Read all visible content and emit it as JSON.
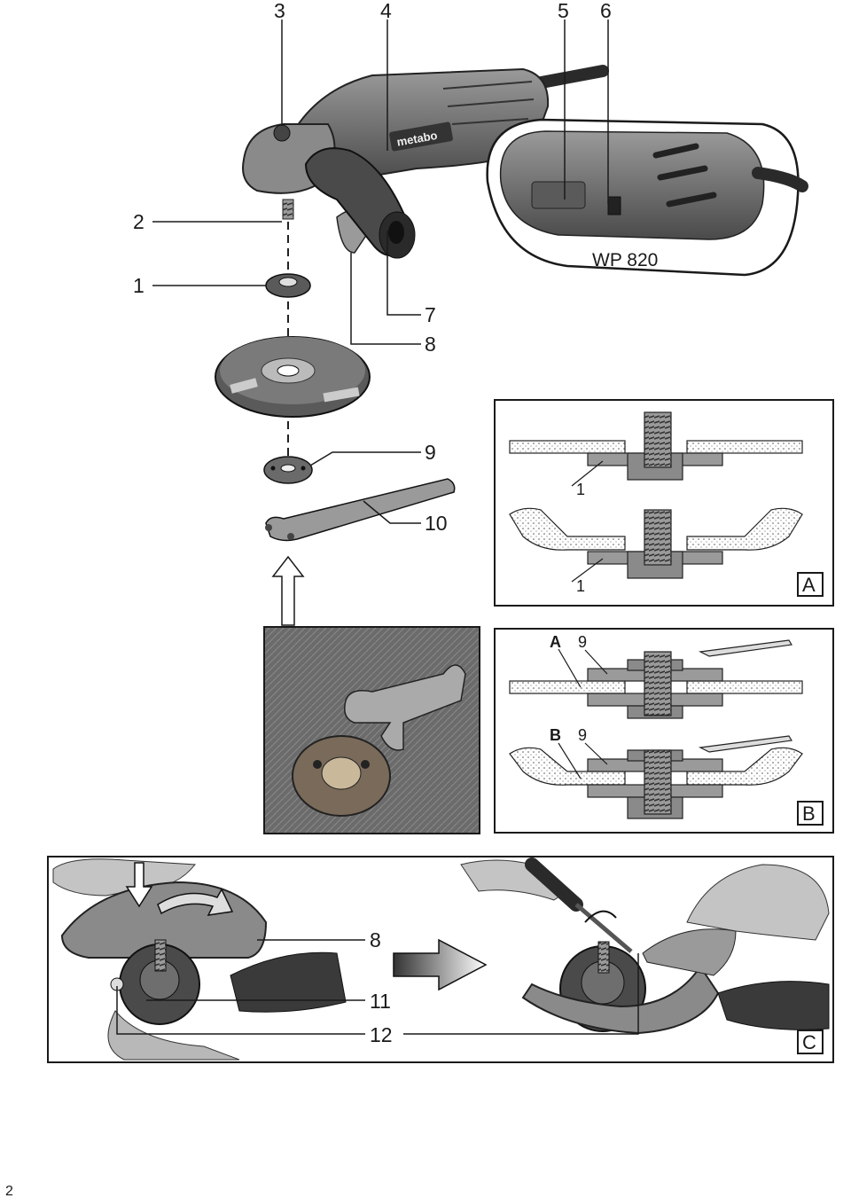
{
  "labels": {
    "n1": "1",
    "n2": "2",
    "n3": "3",
    "n4": "4",
    "n5": "5",
    "n6": "6",
    "n7": "7",
    "n8": "8",
    "n9": "9",
    "n10": "10",
    "n11": "11",
    "n12": "12",
    "model": "WP 820",
    "brand": "metabo",
    "panelA": "A",
    "panelB": "B",
    "panelC": "C",
    "flangeA": "A",
    "flangeB": "B"
  },
  "page_number": "2",
  "colors": {
    "line": "#1a1a1a",
    "tool_body": "#6e6e6e",
    "tool_dark": "#3c3c3c",
    "wheel": "#5a5a5a",
    "photo": "#7a7a7a"
  }
}
